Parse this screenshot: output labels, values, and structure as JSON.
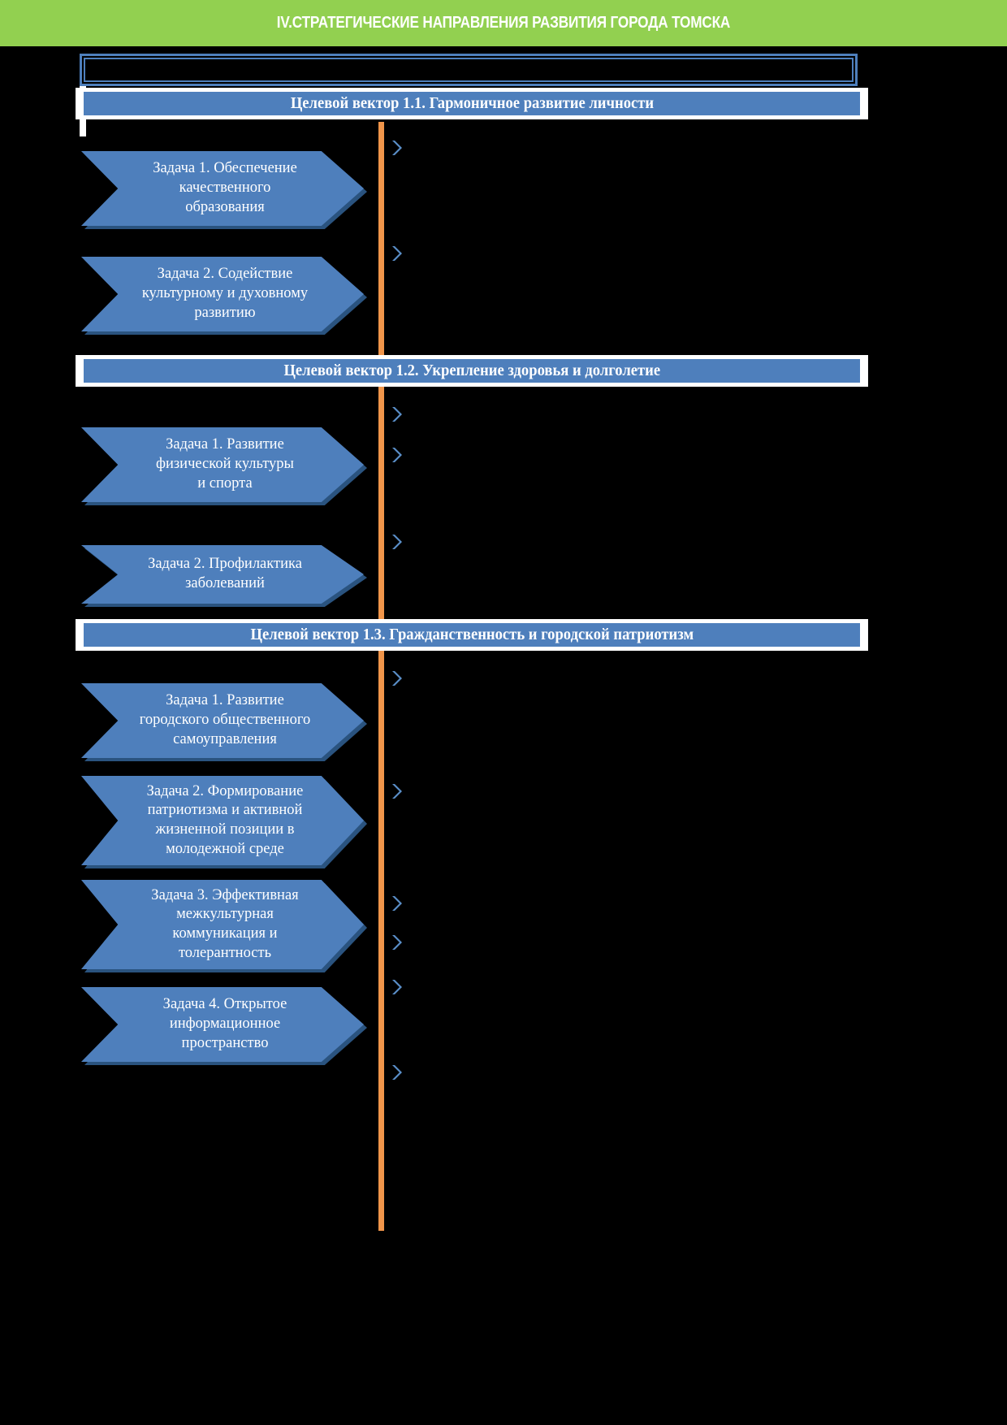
{
  "header": {
    "title": "IV.СТРАТЕГИЧЕСКИЕ НАПРАВЛЕНИЯ РАЗВИТИЯ ГОРОДА ТОМСКА",
    "background_color": "#92D050",
    "text_color": "#FFFFFF"
  },
  "colors": {
    "page_background": "#000000",
    "accent_blue": "#4E7FBC",
    "accent_blue_dark": "#2A537F",
    "accent_orange": "#F0954A",
    "bullet_blue": "#5B8FC9",
    "band_background": "#FFFFFF"
  },
  "top_box": {
    "label": "",
    "border_color": "#4E7FBC"
  },
  "sections": [
    {
      "title": "Целевой вектор 1.1. Гармоничное развитие личности",
      "tasks": [
        {
          "label": "Задача 1. Обеспечение\nкачественного\nобразования"
        },
        {
          "label": "Задача 2. Содействие\nкультурному и духовному\nразвитию"
        }
      ],
      "bullets": [
        "",
        ""
      ]
    },
    {
      "title": "Целевой вектор 1.2. Укрепление здоровья и долголетие",
      "tasks": [
        {
          "label": "Задача 1. Развитие\nфизической культуры\nи спорта"
        },
        {
          "label": "Задача 2. Профилактика\nзаболеваний"
        }
      ],
      "bullets": [
        "",
        "",
        ""
      ]
    },
    {
      "title": "Целевой вектор 1.3. Гражданственность и городской патриотизм",
      "tasks": [
        {
          "label": "Задача 1. Развитие\nгородского общественного\nсамоуправления"
        },
        {
          "label": "Задача 2. Формирование\nпатриотизма и активной\nжизненной позиции в\nмолодежной среде"
        },
        {
          "label": "Задача 3. Эффективная\nмежкультурная\nкоммуникация и\nтолерантность"
        },
        {
          "label": "Задача 4. Открытое\nинформационное\nпространство"
        }
      ],
      "bullets": [
        "",
        "",
        "",
        "",
        "",
        ""
      ]
    }
  ]
}
